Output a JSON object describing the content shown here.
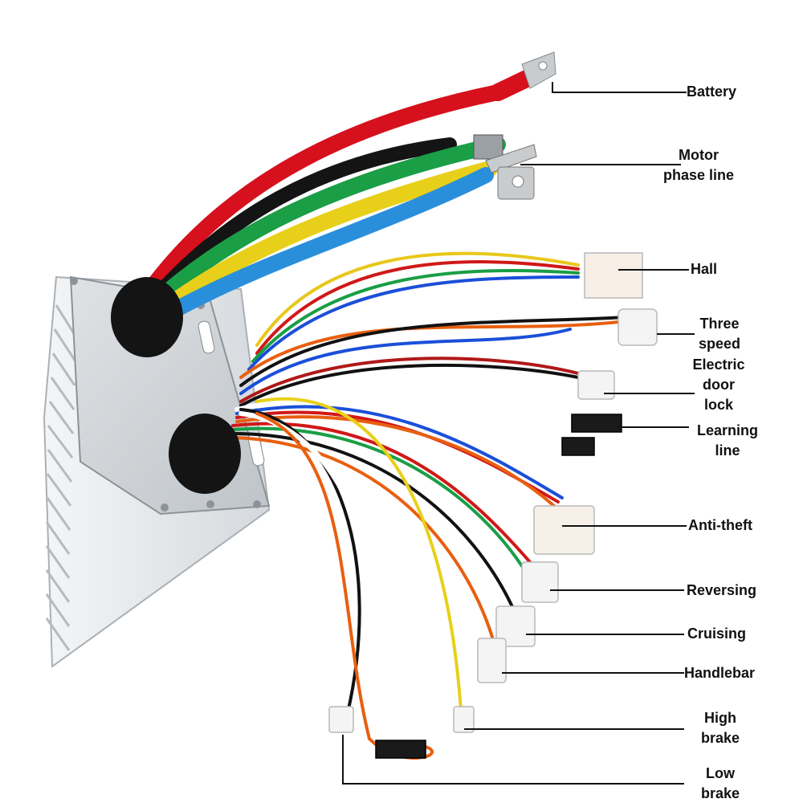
{
  "labels": {
    "battery": "Battery",
    "motor_phase_line": [
      "Motor",
      "phase line"
    ],
    "hall": "Hall",
    "three_speed": [
      "Three",
      "speed"
    ],
    "electric_door_lock": [
      "Electric",
      "door",
      "lock"
    ],
    "learning_line": [
      "Learning",
      "line"
    ],
    "anti_theft": "Anti-theft",
    "reversing": "Reversing",
    "cruising": "Cruising",
    "handlebar": "Handlebar",
    "high_brake": [
      "High",
      "brake"
    ],
    "low_brake": [
      "Low",
      "brake"
    ]
  },
  "colors": {
    "battery_positive": "#d6101c",
    "battery_negative": "#141414",
    "phase_green": "#1a9e46",
    "phase_yellow": "#e8d01a",
    "phase_blue": "#2a8fdb",
    "housing": "#d5d9dd"
  }
}
